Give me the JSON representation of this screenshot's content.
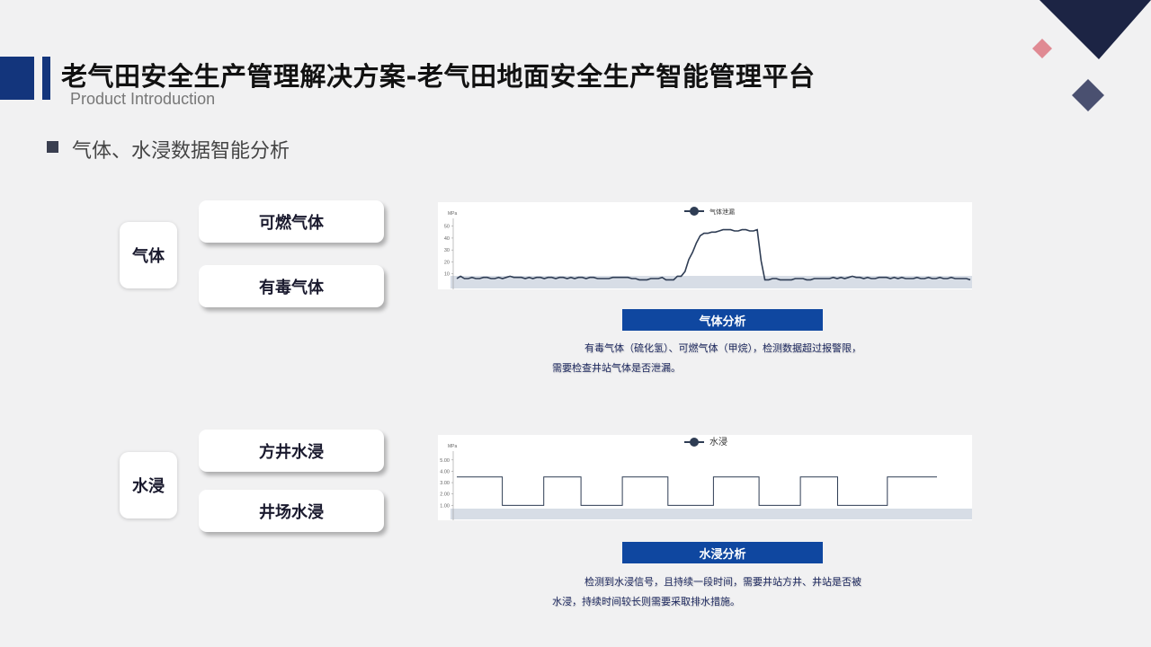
{
  "header": {
    "title": "老气田安全生产管理解决方案-老气田地面安全生产智能管理平台",
    "subtitle": "Product Introduction"
  },
  "section": {
    "title": "气体、水浸数据智能分析"
  },
  "colors": {
    "accent": "#13357c",
    "bar": "#0f47a0",
    "line": "#2f3d54",
    "diamond_pink": "#e08a93",
    "diamond_dark": "#4a5070"
  },
  "groups": [
    {
      "category": "气体",
      "items": [
        "可燃气体",
        "有毒气体"
      ],
      "analysis_label": "气体分析",
      "description": "有毒气体（硫化氢）、可燃气体（甲烷），检测数据超过报警限，需要检查井站气体是否泄漏。"
    },
    {
      "category": "水浸",
      "items": [
        "方井水浸",
        "井场水浸"
      ],
      "analysis_label": "水浸分析",
      "description": "检测到水浸信号，且持续一段时间，需要井站方井、井站是否被水浸，持续时间较长则需要采取排水措施。"
    }
  ],
  "chart_data": [
    {
      "type": "line",
      "legend": [
        "气体泄漏"
      ],
      "ylabel": "MPa",
      "yticks": [
        "50",
        "40",
        "30",
        "20",
        "10"
      ],
      "ylim": [
        0,
        52
      ],
      "series": [
        {
          "name": "气体泄漏",
          "values": [
            6,
            8,
            6,
            6,
            7,
            6,
            6,
            7,
            7,
            6,
            6,
            7,
            6,
            7,
            8,
            7,
            7,
            7,
            6,
            7,
            6,
            7,
            7,
            6,
            7,
            7,
            6,
            7,
            7,
            6,
            7,
            6,
            7,
            7,
            6,
            7,
            7,
            6,
            6,
            6,
            6,
            7,
            7,
            7,
            7,
            7,
            6,
            6,
            5,
            5,
            5,
            6,
            6,
            6,
            7,
            5,
            5,
            5,
            8,
            8,
            12,
            22,
            28,
            36,
            42,
            44,
            44,
            45,
            45,
            46,
            47,
            47,
            47,
            46,
            46,
            47,
            47,
            46,
            46,
            47,
            21,
            5,
            5,
            6,
            6,
            5,
            5,
            5,
            5,
            6,
            6,
            6,
            5,
            5,
            6,
            6,
            6,
            6,
            6,
            7,
            6,
            7,
            6,
            7,
            8,
            7,
            7,
            6,
            7,
            6,
            6,
            7,
            7,
            7,
            6,
            7,
            6,
            7,
            6,
            6,
            6,
            7,
            6,
            6,
            7,
            6,
            6,
            7,
            6,
            6,
            7,
            6,
            6,
            6,
            6,
            5
          ]
        }
      ]
    },
    {
      "type": "line",
      "step": true,
      "legend": [
        "水浸"
      ],
      "ylabel": "MPa",
      "yticks": [
        "5.00",
        "4.00",
        "3.00",
        "2.00",
        "1.00"
      ],
      "ylim": [
        0,
        5.3
      ],
      "series": [
        {
          "name": "水浸",
          "values": [
            3.5,
            3.5,
            3.5,
            3.5,
            3.5,
            3.5,
            3.5,
            3.5,
            3.5,
            3.5,
            3.5,
            1,
            1,
            1,
            1,
            1,
            1,
            1,
            1,
            1,
            1,
            3.5,
            3.5,
            3.5,
            3.5,
            3.5,
            3.5,
            3.5,
            3.5,
            3.5,
            1,
            1,
            1,
            1,
            1,
            1,
            1,
            1,
            1,
            1,
            3.5,
            3.5,
            3.5,
            3.5,
            3.5,
            3.5,
            3.5,
            3.5,
            3.5,
            3.5,
            3.5,
            1,
            1,
            1,
            1,
            1,
            1,
            1,
            1,
            1,
            1,
            1,
            3.5,
            3.5,
            3.5,
            3.5,
            3.5,
            3.5,
            3.5,
            3.5,
            3.5,
            3.5,
            3.5,
            1,
            1,
            1,
            1,
            1,
            1,
            1,
            1,
            1,
            1,
            3.5,
            3.5,
            3.5,
            3.5,
            3.5,
            3.5,
            3.5,
            3.5,
            3.5,
            1,
            1,
            1,
            1,
            1,
            1,
            1,
            1,
            1,
            1,
            1,
            1,
            3.5,
            3.5,
            3.5,
            3.5,
            3.5,
            3.5,
            3.5,
            3.5,
            3.5,
            3.5,
            3.5,
            3.5,
            3.5
          ]
        }
      ]
    }
  ]
}
